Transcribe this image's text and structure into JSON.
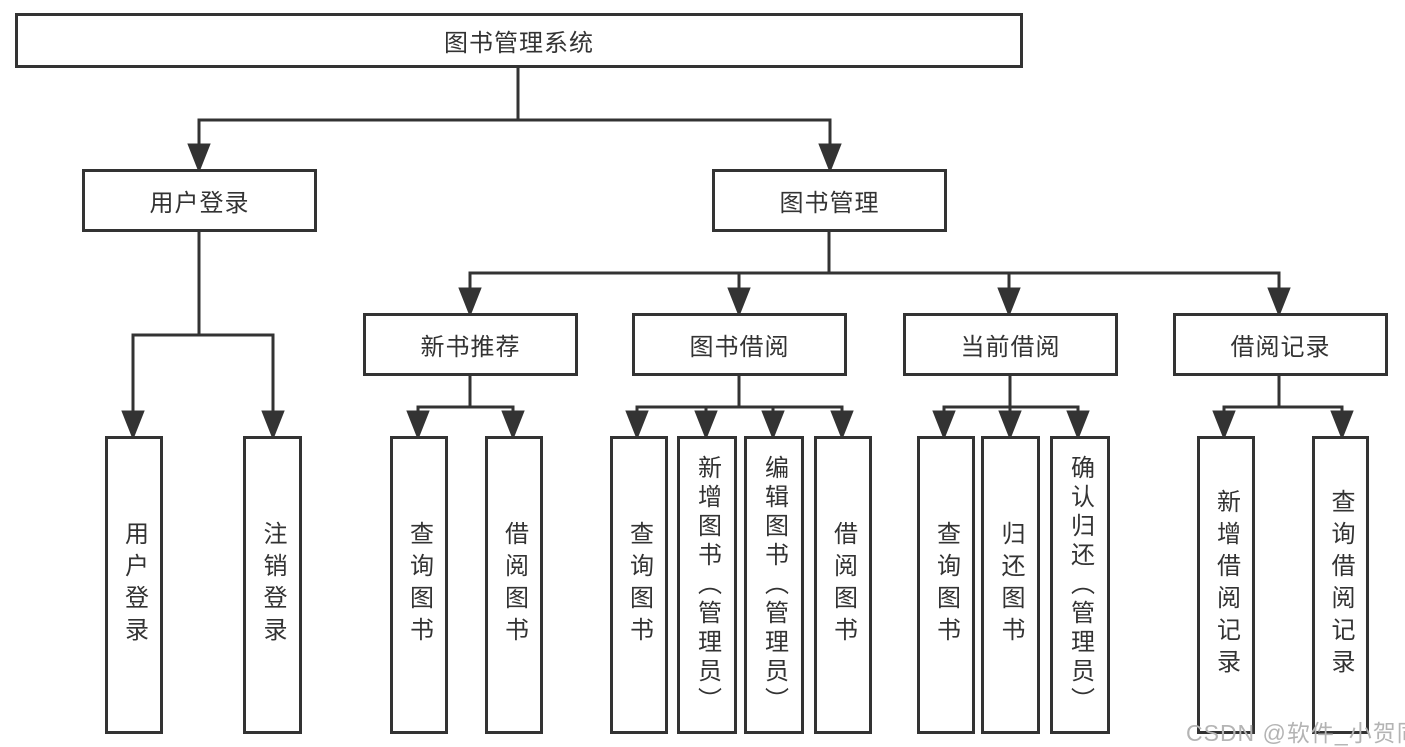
{
  "diagram": {
    "root": {
      "label": "图书管理系统"
    },
    "branches": [
      {
        "label": "用户登录",
        "children": [
          {
            "label": "用户登录"
          },
          {
            "label": "注销登录"
          }
        ]
      },
      {
        "label": "图书管理",
        "children": [
          {
            "label": "新书推荐",
            "children": [
              {
                "label": "查询图书"
              },
              {
                "label": "借阅图书"
              }
            ]
          },
          {
            "label": "图书借阅",
            "children": [
              {
                "label": "查询图书"
              },
              {
                "label": "新增图书（管理员）"
              },
              {
                "label": "编辑图书（管理员）"
              },
              {
                "label": "借阅图书"
              }
            ]
          },
          {
            "label": "当前借阅",
            "children": [
              {
                "label": "查询图书"
              },
              {
                "label": "归还图书"
              },
              {
                "label": "确认归还（管理员）"
              }
            ]
          },
          {
            "label": "借阅记录",
            "children": [
              {
                "label": "新增借阅记录"
              },
              {
                "label": "查询借阅记录"
              }
            ]
          }
        ]
      }
    ]
  },
  "watermark": {
    "text": "CSDN @软件_小贺同学"
  },
  "colors": {
    "line": "#333333",
    "box_border": "#333333",
    "text": "#333333",
    "watermark": "#b4b4b4",
    "background": "#ffffff"
  }
}
